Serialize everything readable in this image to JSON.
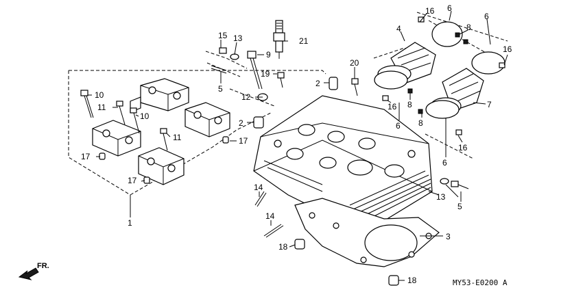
{
  "diagram_code": "MY53-E0200 A",
  "direction_label": "FR.",
  "callouts": {
    "c1": "1",
    "c2a": "2",
    "c2b": "2",
    "c3": "3",
    "c4": "4",
    "c5a": "5",
    "c5b": "5",
    "c6a": "6",
    "c6b": "6",
    "c6c": "6",
    "c6d": "6",
    "c7": "7",
    "c8a": "8",
    "c8b": "8",
    "c8c": "8",
    "c9": "9",
    "c10a": "10",
    "c10b": "10",
    "c11a": "11",
    "c11b": "11",
    "c12": "12",
    "c13a": "13",
    "c13b": "13",
    "c14a": "14",
    "c14b": "14",
    "c15": "15",
    "c16a": "16",
    "c16b": "16",
    "c16c": "16",
    "c16d": "16",
    "c17a": "17",
    "c17b": "17",
    "c17c": "17",
    "c18a": "18",
    "c18b": "18",
    "c19": "19",
    "c20": "20",
    "c21": "21"
  }
}
